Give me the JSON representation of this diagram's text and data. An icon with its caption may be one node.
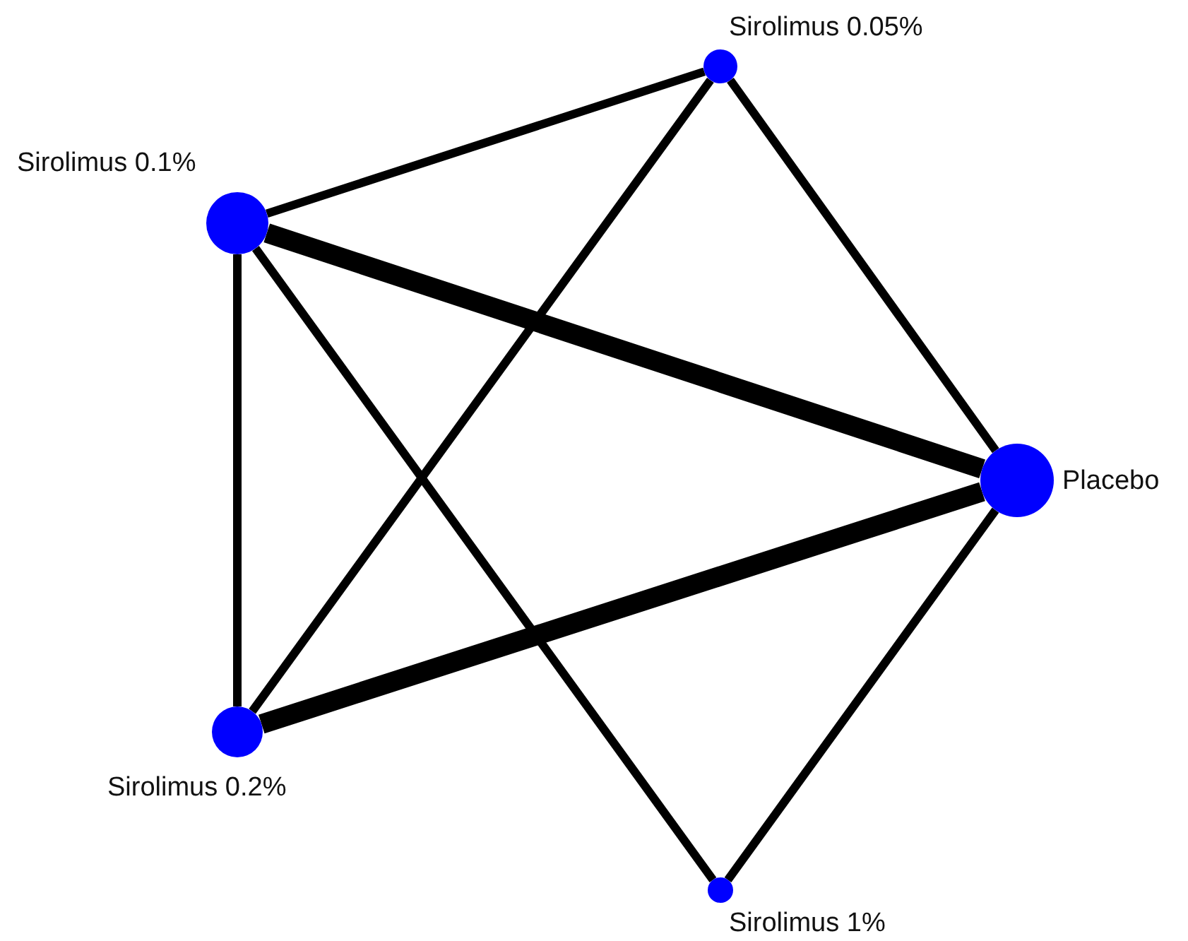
{
  "diagram": {
    "nodes": [
      {
        "text": [],
        "shape": "circle",
        "beside": [
          "Sirolimus 0.05%"
        ]
      },
      {
        "text": [],
        "shape": "circle",
        "beside": [
          "Sirolimus 0.1%"
        ]
      },
      {
        "text": [],
        "shape": "circle",
        "beside": [
          "Placebo"
        ]
      },
      {
        "text": [],
        "shape": "circle",
        "beside": [
          "Sirolimus 0.2%"
        ]
      },
      {
        "text": [],
        "shape": "circle",
        "beside": [
          "Sirolimus 1%"
        ]
      }
    ],
    "edges": [
      {
        "from": 0,
        "to": 1,
        "arrow": "none"
      },
      {
        "from": 0,
        "to": 3,
        "arrow": "none"
      },
      {
        "from": 0,
        "to": 2,
        "arrow": "none"
      },
      {
        "from": 1,
        "to": 2,
        "arrow": "none",
        "style": "thick"
      },
      {
        "from": 1,
        "to": 3,
        "arrow": "none"
      },
      {
        "from": 1,
        "to": 4,
        "arrow": "none"
      },
      {
        "from": 3,
        "to": 2,
        "arrow": "none",
        "style": "thick"
      },
      {
        "from": 2,
        "to": 4,
        "arrow": "none"
      }
    ]
  }
}
